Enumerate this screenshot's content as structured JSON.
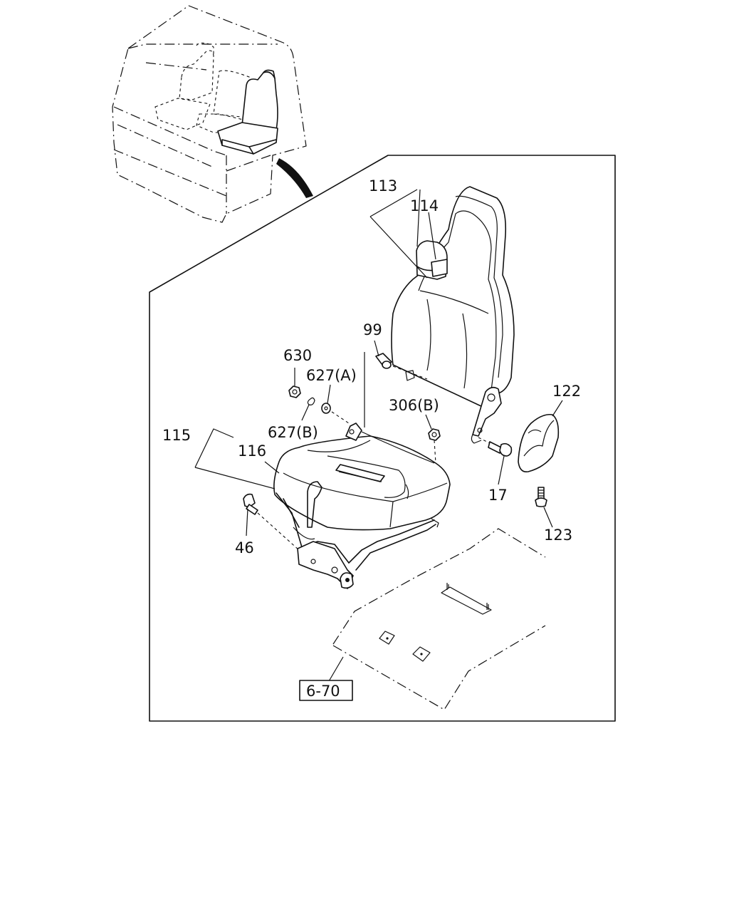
{
  "diagram": {
    "part_labels": {
      "p113": "113",
      "p114": "114",
      "p99": "99",
      "p630": "630",
      "p627a": "627(A)",
      "p627b": "627(B)",
      "p306b": "306(B)",
      "p122": "122",
      "p115": "115",
      "p116": "116",
      "p17": "17",
      "p123": "123",
      "p46": "46"
    },
    "reference_box": "6-70"
  }
}
